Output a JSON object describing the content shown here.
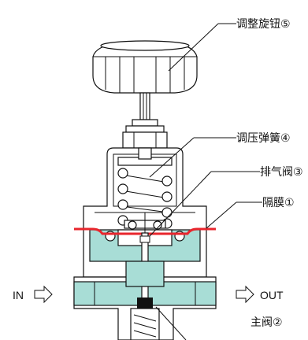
{
  "labels": {
    "adjust_knob": "调整旋钮⑤",
    "pressure_spring": "调压弹簧④",
    "exhaust_valve": "排气阀③",
    "diaphragm": "隔膜①",
    "main_valve": "主阀②"
  },
  "ports": {
    "inlet": "IN",
    "outlet": "OUT"
  },
  "colors": {
    "fluid": "#a8ddd6",
    "diaphragm": "#e8262d",
    "line": "#111111",
    "valve_seat": "#111111"
  },
  "icons": {
    "inlet_arrow": "hollow-right-arrow",
    "outlet_arrow": "hollow-right-arrow"
  }
}
